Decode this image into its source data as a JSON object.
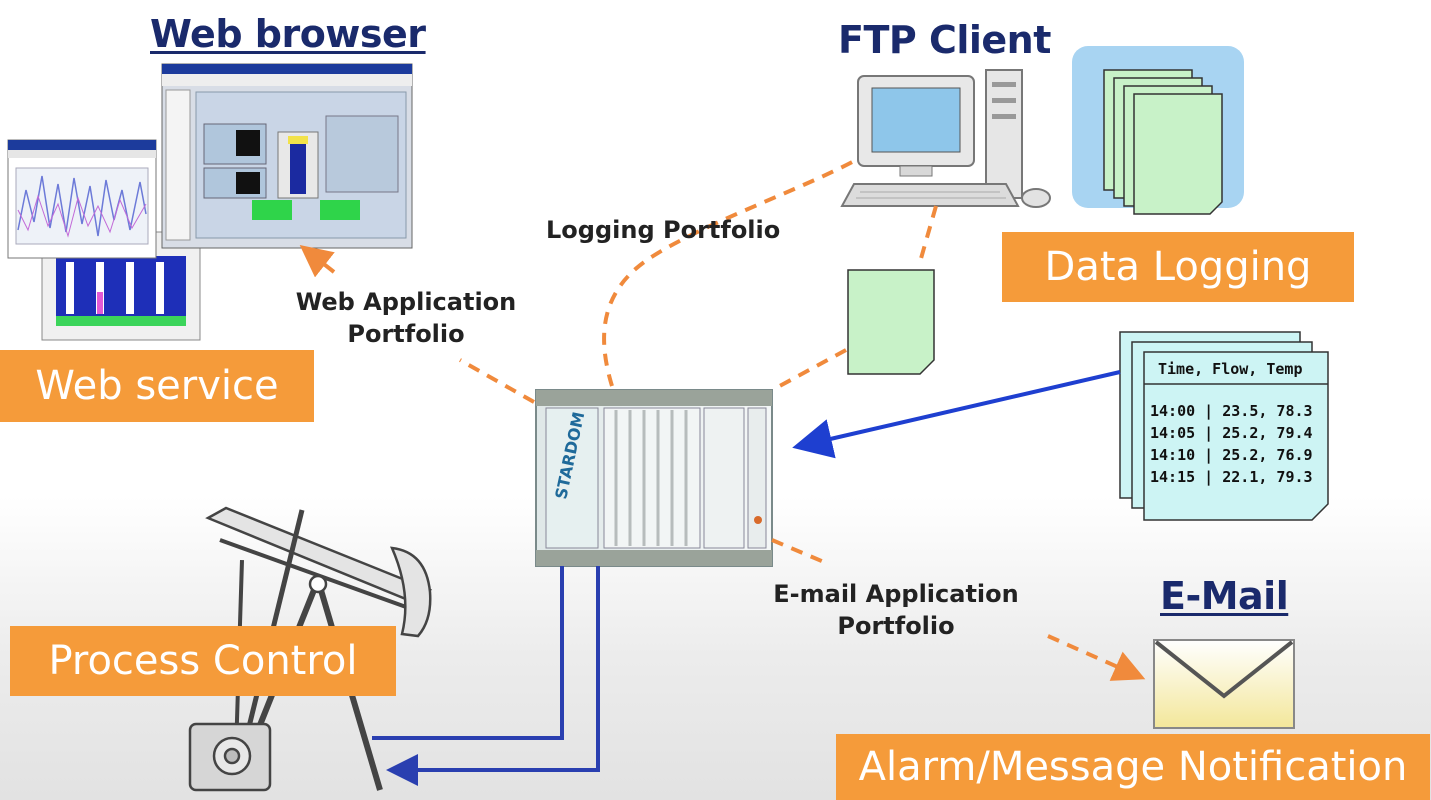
{
  "headings": {
    "web_browser": "Web browser",
    "ftp_client": "FTP Client",
    "email": "E-Mail"
  },
  "boxes": {
    "web_service": "Web service",
    "data_logging": "Data Logging",
    "process_control": "Process Control",
    "alarm_notification": "Alarm/Message Notification"
  },
  "connector_labels": {
    "logging_portfolio": "Logging Portfolio",
    "web_app_line1": "Web Application",
    "web_app_line2": "Portfolio",
    "email_app_line1": "E-mail Application",
    "email_app_line2": "Portfolio"
  },
  "data_sheet": {
    "header": "Time, Flow, Temp",
    "rows": [
      "14:00 | 23.5, 78.3",
      "14:05 | 25.2, 79.4",
      "14:10 | 25.2, 76.9",
      "14:15 | 22.1, 79.3"
    ]
  },
  "colors": {
    "heading": "#1a2a6c",
    "orange": "#f59b3a",
    "dashed_connector": "#f08a3c",
    "data_link_blue": "#1e3fd0",
    "doc_green": "#c8f2c8",
    "doc_cyan": "#cdf4f4",
    "tile_blue": "#a8d4f2"
  },
  "icons": {
    "browser": "browser-window-icon",
    "ftp": "desktop-computer-icon",
    "logging": "document-stack-icon",
    "controller": "plc-controller-icon",
    "process": "oil-pump-jack-icon",
    "email": "envelope-icon"
  }
}
